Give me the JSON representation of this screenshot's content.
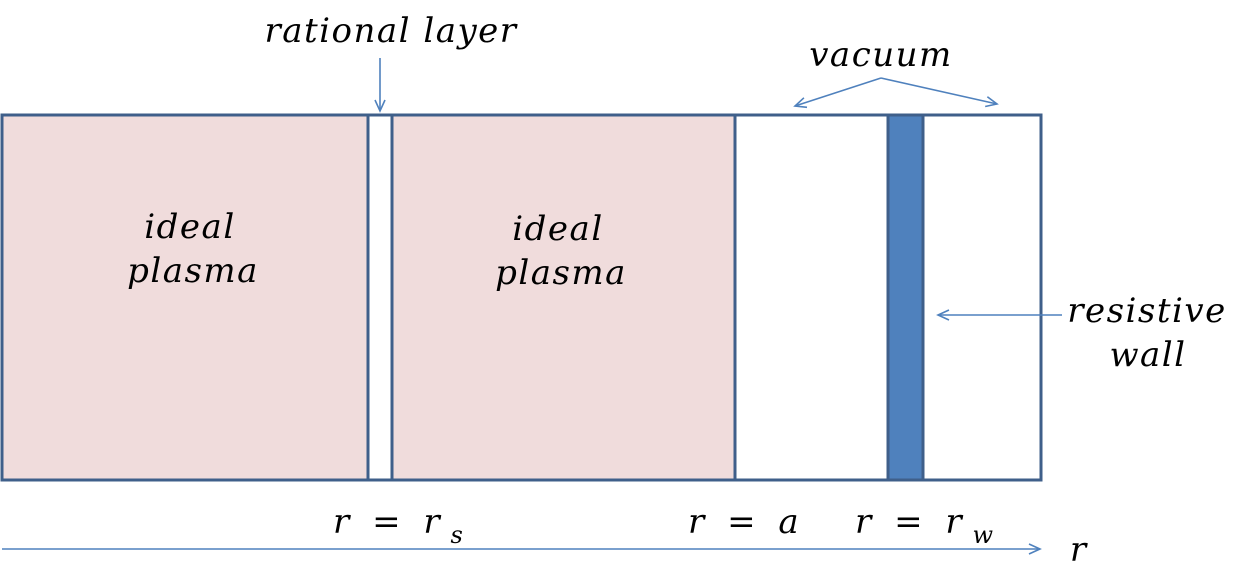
{
  "colors": {
    "outline": "#3f5f8a",
    "plasma_fill": "#f0dcdc",
    "wall_fill": "#4f81bd",
    "arrow": "#4f81bd",
    "text": "#000000",
    "background": "#ffffff"
  },
  "labels": {
    "rational_layer": "rational layer",
    "vacuum": "vacuum",
    "plasma_left": {
      "line1": "ideal",
      "line2": "plasma"
    },
    "plasma_right": {
      "line1": "ideal",
      "line2": "plasma"
    },
    "resistive_wall": {
      "line1": "resistive",
      "line2": "wall"
    }
  },
  "axis": {
    "variable": "r",
    "markers": [
      {
        "lhs": "r",
        "op": "=",
        "rhs": "r",
        "sub": "s"
      },
      {
        "lhs": "r",
        "op": "=",
        "rhs": "a",
        "sub": ""
      },
      {
        "lhs": "r",
        "op": "=",
        "rhs": "r",
        "sub": "w"
      }
    ]
  }
}
